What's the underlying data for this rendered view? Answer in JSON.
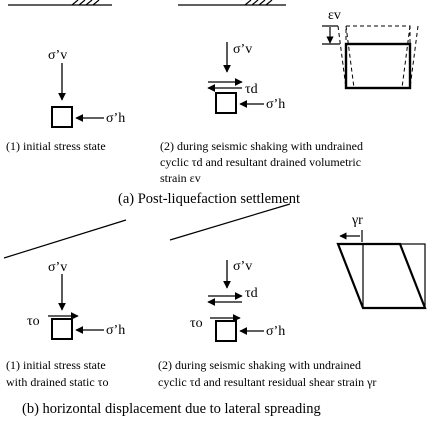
{
  "part_a": {
    "heading": "(a) Post-liquefaction settlement",
    "state1": {
      "caption": "(1) initial stress state"
    },
    "state2": {
      "caption_line1": "(2) during seismic shaking with undrained",
      "caption_line2": "cyclic τd and resultant drained volumetric",
      "caption_line3": "strain εv"
    },
    "labels": {
      "sigma_v": "σ’v",
      "sigma_h": "σ’h",
      "tau_d": "τd",
      "eps_v": "εv"
    }
  },
  "part_b": {
    "heading": "(b) horizontal displacement due to lateral spreading",
    "state1": {
      "caption_line1": "(1) initial stress state",
      "caption_line2": "with drained static τo"
    },
    "state2": {
      "caption_line1": "(2) during seismic shaking with undrained",
      "caption_line2": "cyclic τd and resultant residual shear strain γr"
    },
    "labels": {
      "sigma_v": "σ’v",
      "sigma_h": "σ’h",
      "tau_d": "τd",
      "tau_o": "τo",
      "gamma_r": "γr"
    }
  },
  "colors": {
    "ink": "#000000",
    "background": "#ffffff"
  }
}
